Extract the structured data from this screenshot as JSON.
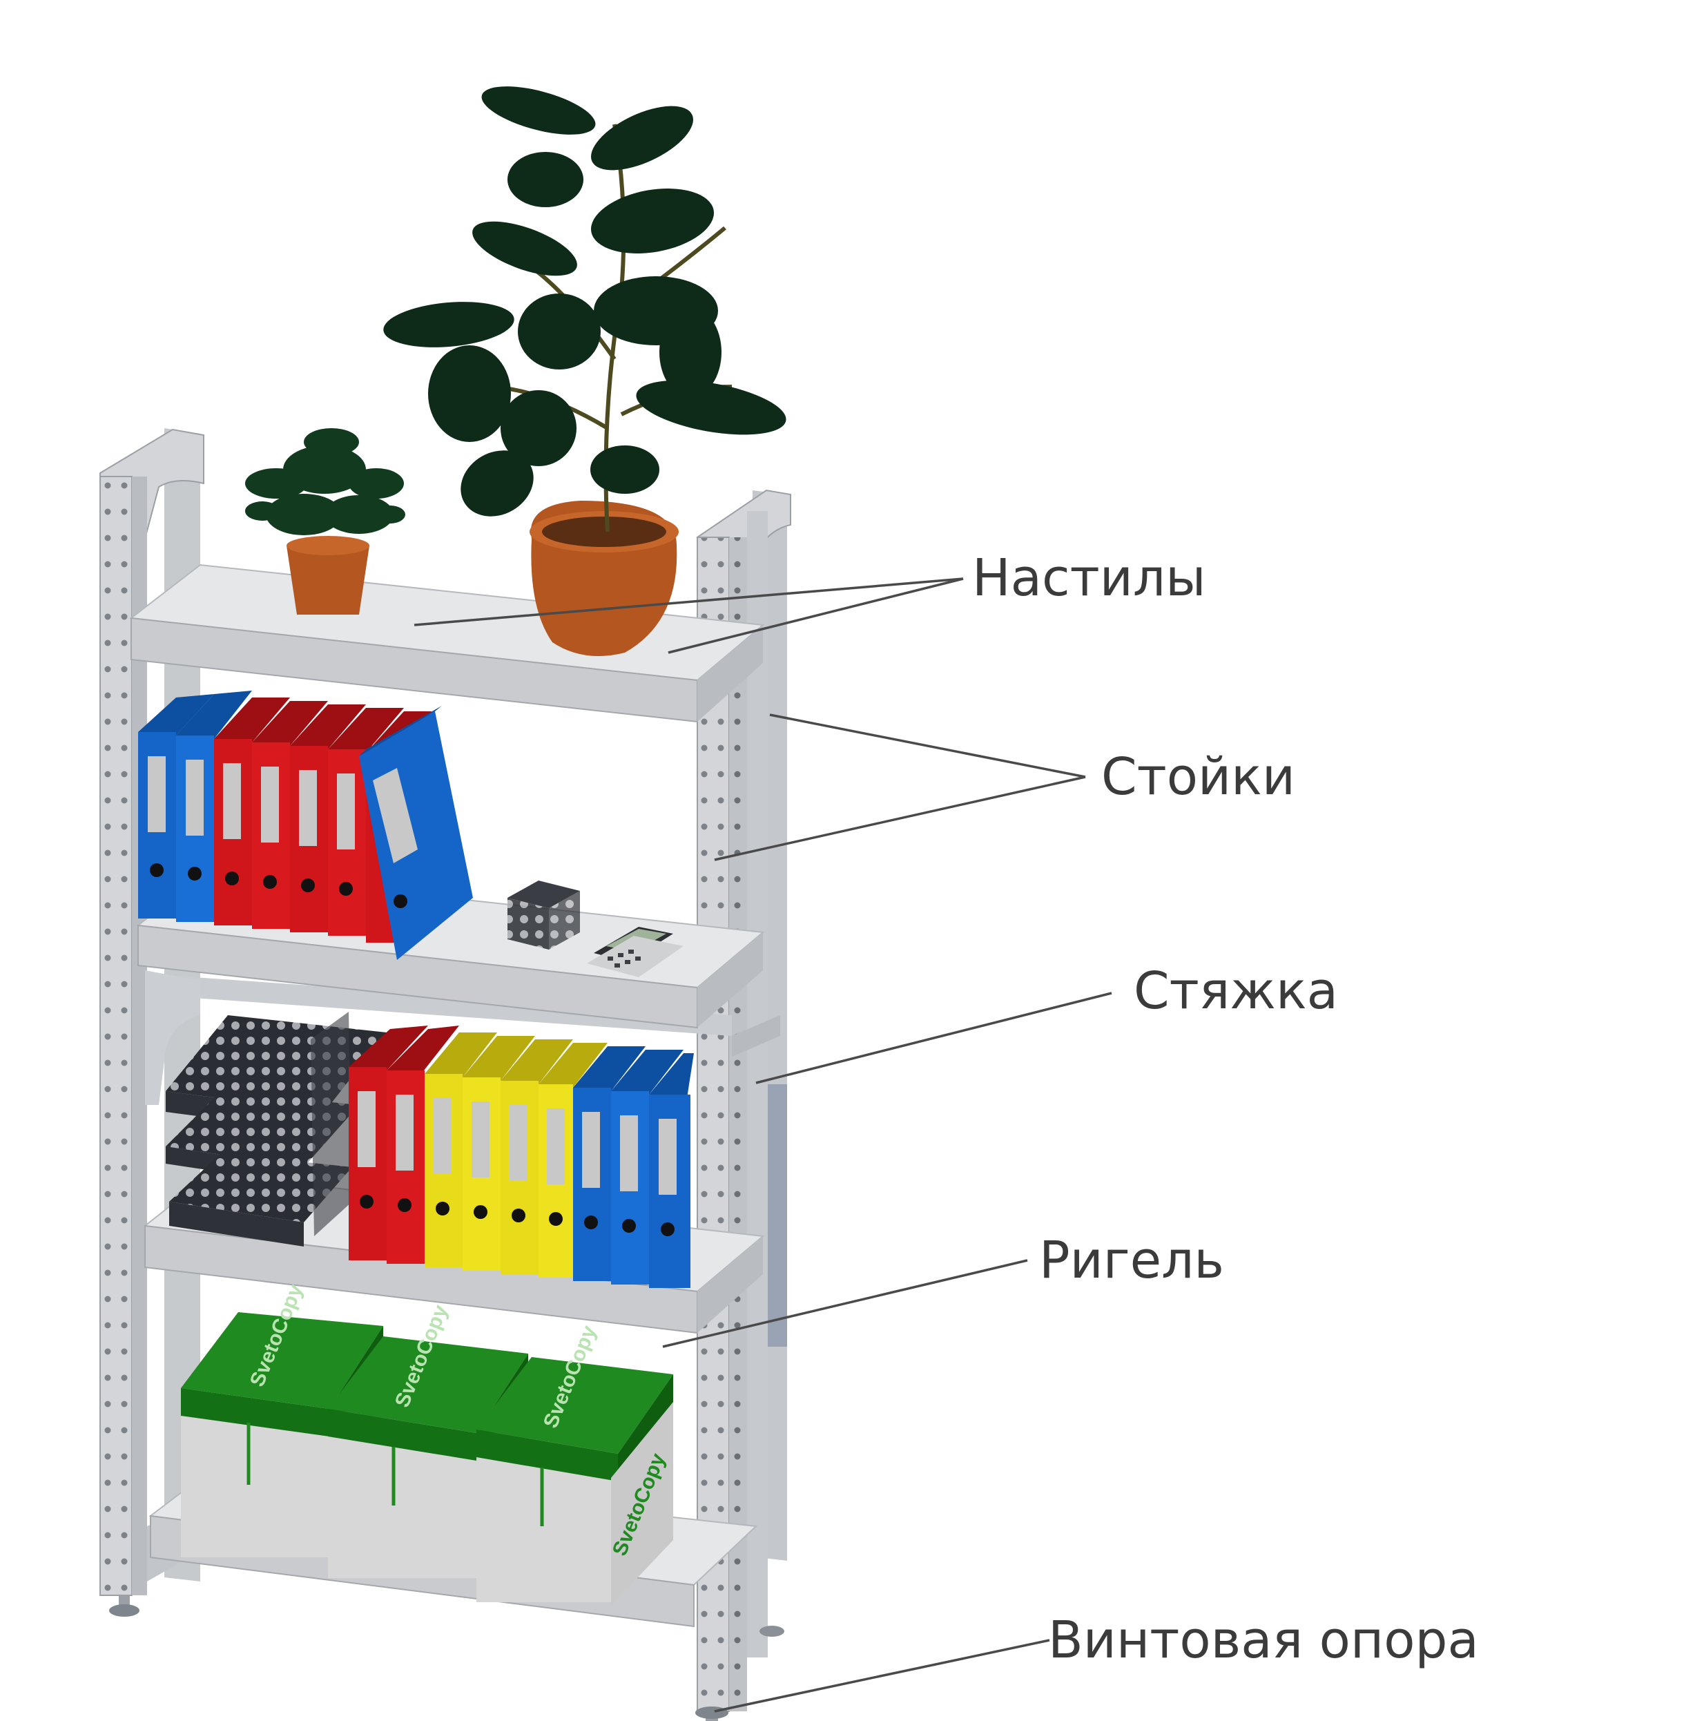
{
  "labels": {
    "shelves": "Настилы",
    "uprights": "Стойки",
    "tie": "Стяжка",
    "beam": "Ригель",
    "screw_foot": "Винтовая опора"
  },
  "boxes": {
    "brand": "SvetoCopy"
  },
  "colors": {
    "frame": "#d3d5d8",
    "frame_dark": "#a9adb2",
    "shelf_top": "#e6e7e9",
    "shelf_front": "#c9cbce",
    "binder_blue": "#1565c8",
    "binder_red": "#d0161b",
    "binder_yellow": "#e8dc1a",
    "box_green": "#1f8a1f",
    "box_body": "#d7d7d7",
    "pot": "#b4561f",
    "leaf": "#0e2a18",
    "leader_line": "#4a4a4a"
  }
}
